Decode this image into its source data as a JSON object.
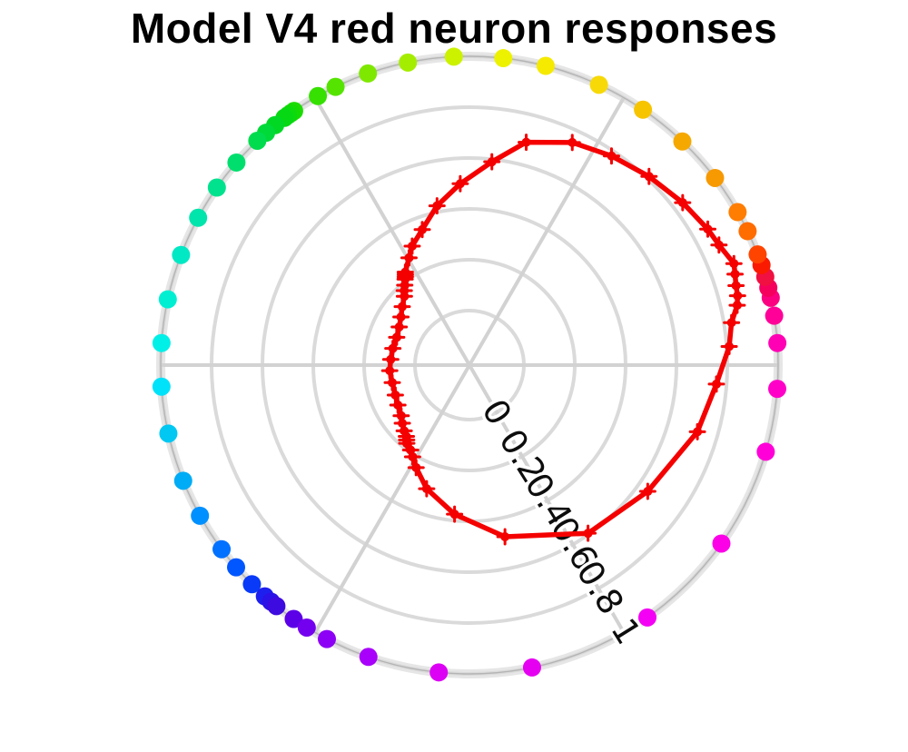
{
  "title": "Model V4 red neuron responses",
  "chart_data": {
    "type": "line",
    "subtype": "polar-tuning-curve",
    "title": "Model V4 red neuron responses",
    "legend_position": "none",
    "grid": true,
    "radial_axis": {
      "ticks": [
        0,
        0.2,
        0.4,
        0.6,
        0.8,
        1
      ],
      "tick_labels": [
        "0",
        "0.2",
        "0.4",
        "0.6",
        "0.8",
        "1"
      ],
      "tick_label_spoke_deg": -59.5,
      "rlim": [
        0,
        1
      ]
    },
    "angle_gridlines_deg": [
      0,
      60,
      120,
      180,
      240,
      300
    ],
    "colors": {
      "curve": "#f50000",
      "grid_circle": "#dadada",
      "spoke": "#d2d2d2",
      "outer_ring_band": "#e6e6e6",
      "outer_ring_line": "#b4b4b4",
      "tick_text": "#0d0d0d"
    },
    "series": [
      {
        "name": "red neuron response",
        "marker": "plus-circle",
        "closed_loop": true,
        "points": [
          {
            "angle_deg": -176.0,
            "response": 0.1,
            "stim_color": "#00e2fa"
          },
          {
            "angle_deg": -167.2,
            "response": 0.097,
            "stim_color": "#00c8f2"
          },
          {
            "angle_deg": -158.0,
            "response": 0.1,
            "stim_color": "#00acf5"
          },
          {
            "angle_deg": -150.8,
            "response": 0.108,
            "stim_color": "#0090ff"
          },
          {
            "angle_deg": -143.4,
            "response": 0.12,
            "stim_color": "#0072ff"
          },
          {
            "angle_deg": -139.1,
            "response": 0.135,
            "stim_color": "#0056ff"
          },
          {
            "angle_deg": -134.8,
            "response": 0.15,
            "stim_color": "#083af8"
          },
          {
            "angle_deg": -131.5,
            "response": 0.16,
            "stim_color": "#1d1fee"
          },
          {
            "angle_deg": -130.0,
            "response": 0.17,
            "stim_color": "#2b12e6"
          },
          {
            "angle_deg": -128.7,
            "response": 0.18,
            "stim_color": "#3d0adf"
          },
          {
            "angle_deg": -124.7,
            "response": 0.192,
            "stim_color": "#5c00e8"
          },
          {
            "angle_deg": -121.8,
            "response": 0.21,
            "stim_color": "#7300ee"
          },
          {
            "angle_deg": -117.5,
            "response": 0.24,
            "stim_color": "#8c00f5"
          },
          {
            "angle_deg": -109.1,
            "response": 0.3,
            "stim_color": "#a800fa"
          },
          {
            "angle_deg": -95.7,
            "response": 0.375,
            "stim_color": "#dc00f5"
          },
          {
            "angle_deg": -78.3,
            "response": 0.475,
            "stim_color": "#e600f2"
          },
          {
            "angle_deg": -54.8,
            "response": 0.595,
            "stim_color": "#f400f4"
          },
          {
            "angle_deg": -35.3,
            "response": 0.645,
            "stim_color": "#fc00e8"
          },
          {
            "angle_deg": -16.3,
            "response": 0.72,
            "stim_color": "#ff00d8"
          },
          {
            "angle_deg": -4.4,
            "response": 0.76,
            "stim_color": "#ff00c8"
          },
          {
            "angle_deg": 4.1,
            "response": 0.81,
            "stim_color": "#ff00b4"
          },
          {
            "angle_deg": 9.2,
            "response": 0.83,
            "stim_color": "#ff0099"
          },
          {
            "angle_deg": 12.6,
            "response": 0.865,
            "stim_color": "#fb0080"
          },
          {
            "angle_deg": 14.5,
            "response": 0.875,
            "stim_color": "#f6005e"
          },
          {
            "angle_deg": 16.6,
            "response": 0.88,
            "stim_color": "#f01041"
          },
          {
            "angle_deg": 18.9,
            "response": 0.89,
            "stim_color": "#fa1a00"
          },
          {
            "angle_deg": 21.0,
            "response": 0.9,
            "stim_color": "#ff4400"
          },
          {
            "angle_deg": 25.7,
            "response": 0.875,
            "stim_color": "#ff6c00"
          },
          {
            "angle_deg": 29.7,
            "response": 0.865,
            "stim_color": "#ff7d00"
          },
          {
            "angle_deg": 37.3,
            "response": 0.84,
            "stim_color": "#f79900"
          },
          {
            "angle_deg": 46.4,
            "response": 0.81,
            "stim_color": "#f5a800"
          },
          {
            "angle_deg": 55.8,
            "response": 0.78,
            "stim_color": "#f7c400"
          },
          {
            "angle_deg": 65.2,
            "response": 0.75,
            "stim_color": "#f7d908"
          },
          {
            "angle_deg": 75.7,
            "response": 0.69,
            "stim_color": "#f5ea00"
          },
          {
            "angle_deg": 83.7,
            "response": 0.59,
            "stim_color": "#edf200"
          },
          {
            "angle_deg": 92.9,
            "response": 0.5,
            "stim_color": "#ccf200"
          },
          {
            "angle_deg": 101.5,
            "response": 0.425,
            "stim_color": "#a5ed00"
          },
          {
            "angle_deg": 109.2,
            "response": 0.35,
            "stim_color": "#7fe800"
          },
          {
            "angle_deg": 115.7,
            "response": 0.305,
            "stim_color": "#55e400"
          },
          {
            "angle_deg": 119.4,
            "response": 0.27,
            "stim_color": "#36e000"
          },
          {
            "angle_deg": 124.6,
            "response": 0.23,
            "stim_color": "#1cdc00"
          },
          {
            "angle_deg": 125.3,
            "response": 0.222,
            "stim_color": "#14db04"
          },
          {
            "angle_deg": 126.0,
            "response": 0.215,
            "stim_color": "#0cda0c"
          },
          {
            "angle_deg": 126.8,
            "response": 0.208,
            "stim_color": "#06d914"
          },
          {
            "angle_deg": 129.0,
            "response": 0.19,
            "stim_color": "#00d824"
          },
          {
            "angle_deg": 131.2,
            "response": 0.175,
            "stim_color": "#00da38"
          },
          {
            "angle_deg": 133.4,
            "response": 0.158,
            "stim_color": "#00dc4e"
          },
          {
            "angle_deg": 139.0,
            "response": 0.136,
            "stim_color": "#00df6e"
          },
          {
            "angle_deg": 144.9,
            "response": 0.115,
            "stim_color": "#00e28e"
          },
          {
            "angle_deg": 151.5,
            "response": 0.1,
            "stim_color": "#00e5ac"
          },
          {
            "angle_deg": 159.1,
            "response": 0.092,
            "stim_color": "#00e8c4"
          },
          {
            "angle_deg": 167.7,
            "response": 0.094,
            "stim_color": "#00efd2"
          },
          {
            "angle_deg": 175.9,
            "response": 0.096,
            "stim_color": "#00f0e8"
          }
        ]
      }
    ],
    "stimulus_ring": {
      "description": "colored hue-stimulus dots on the r=1 outer ring at each angle above",
      "dot_radius_px": 10
    }
  }
}
